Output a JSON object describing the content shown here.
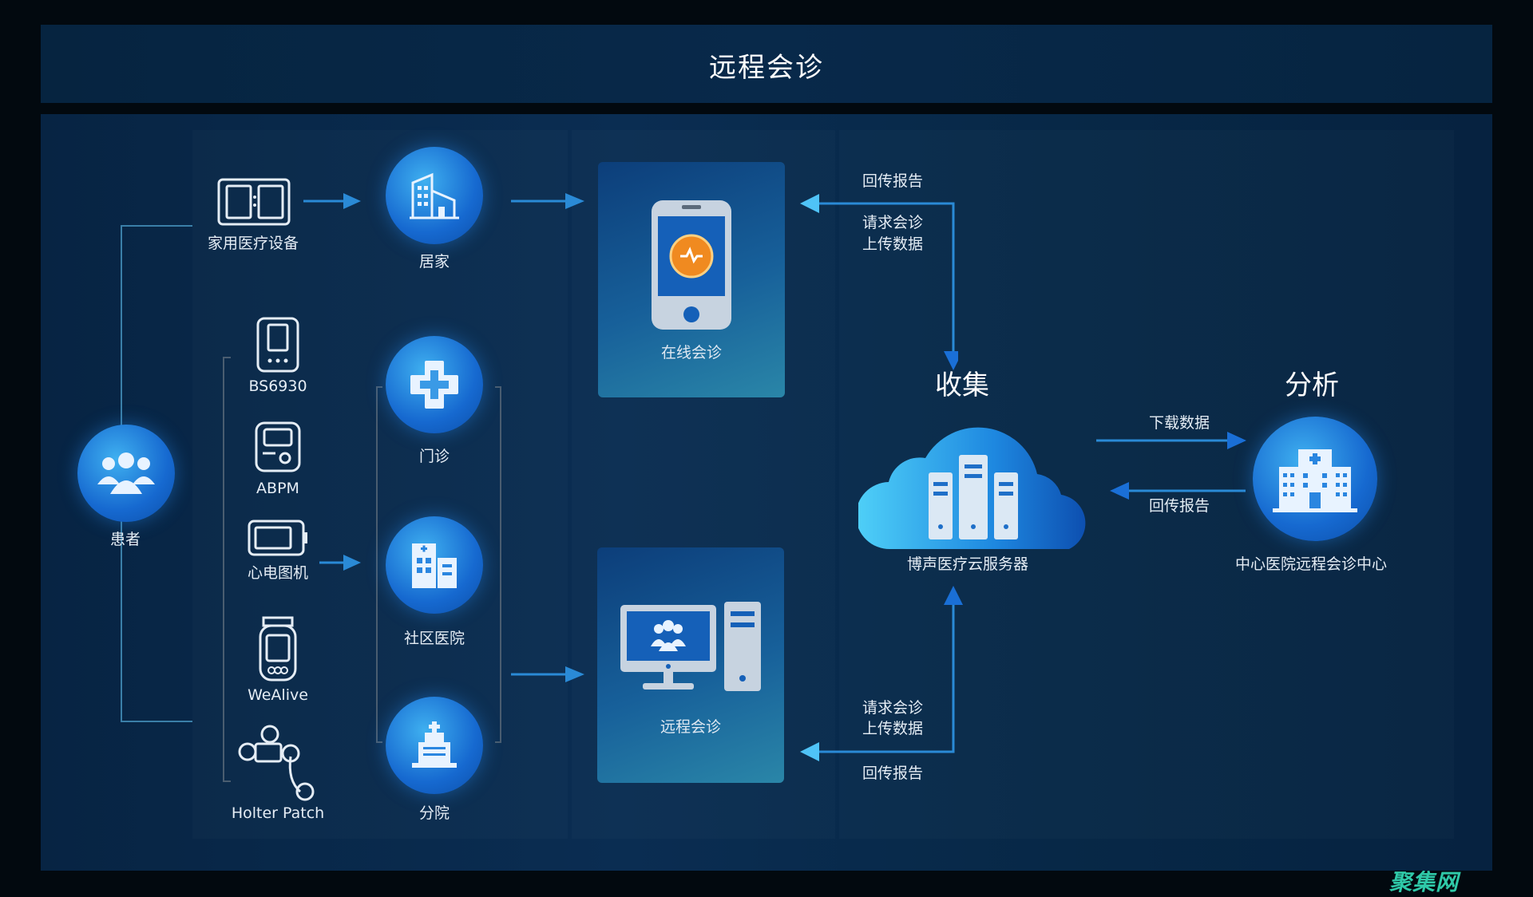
{
  "header": {
    "title": "远程会诊"
  },
  "patient": {
    "label": "患者",
    "icon": "people-icon"
  },
  "home": {
    "device_label": "家用医疗设备",
    "place_label": "居家"
  },
  "devices": [
    {
      "label": "BS6930"
    },
    {
      "label": "ABPM"
    },
    {
      "label": "心电图机"
    },
    {
      "label": "WeAlive"
    },
    {
      "label": "Holter Patch"
    }
  ],
  "facilities": [
    {
      "label": "门诊"
    },
    {
      "label": "社区医院"
    },
    {
      "label": "分院"
    }
  ],
  "online_card": {
    "label": "在线会诊"
  },
  "remote_card": {
    "label": "远程会诊"
  },
  "top_flow": {
    "return_report": "回传报告",
    "request_line1": "请求会诊",
    "request_line2": "上传数据"
  },
  "bottom_flow": {
    "request_line1": "请求会诊",
    "request_line2": "上传数据",
    "return_report": "回传报告"
  },
  "collect": {
    "heading": "收集",
    "label": "博声医疗云服务器"
  },
  "analyze": {
    "heading": "分析",
    "label": "中心医院远程会诊中心"
  },
  "cloud_flow": {
    "download": "下载数据",
    "return_report": "回传报告"
  },
  "watermark": "聚集网",
  "colors": {
    "accent": "#2a8ad6",
    "watermark": "#2fc9a8"
  }
}
